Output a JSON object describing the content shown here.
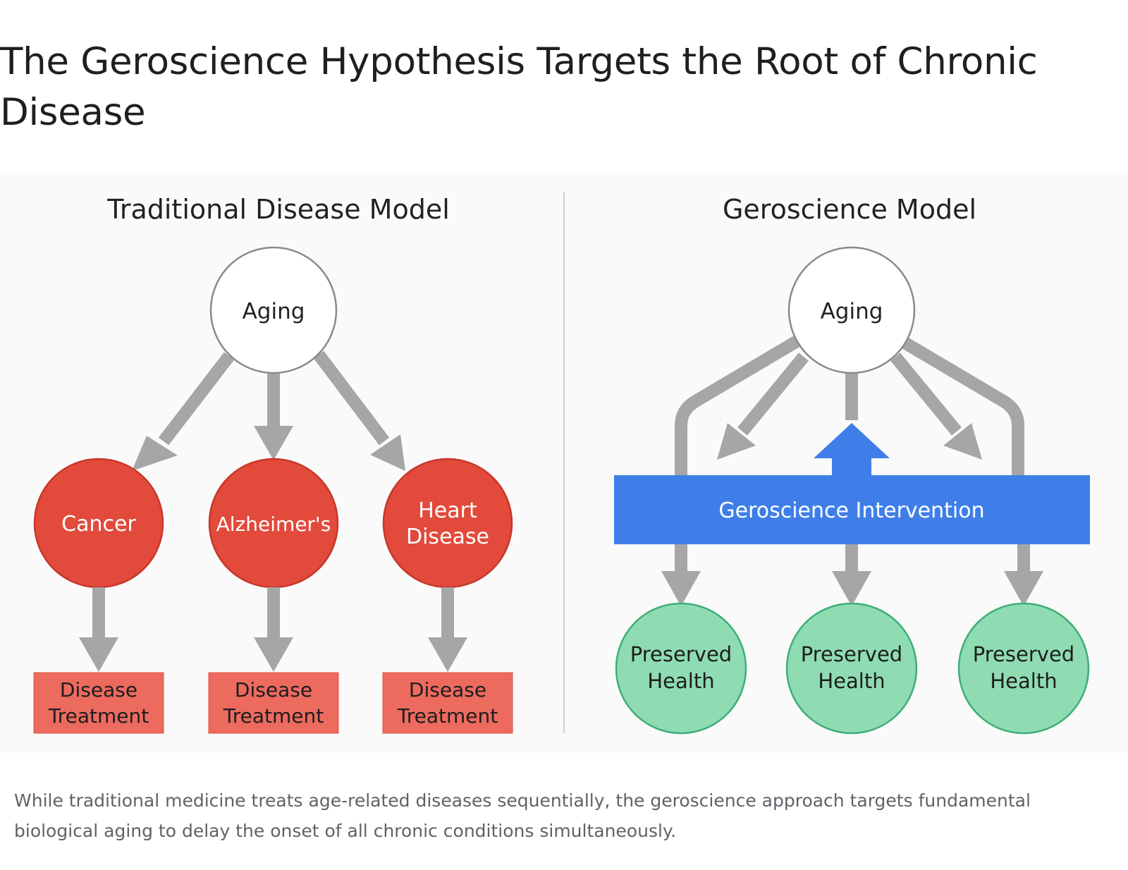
{
  "page": {
    "title": "The Geroscience Hypothesis Targets the Root of Chronic Disease",
    "caption": "While traditional medicine treats age-related diseases sequentially, the geroscience approach targets fundamental biological aging to delay the onset of all chronic conditions simultaneously."
  },
  "diagram": {
    "left_panel": {
      "heading": "Traditional Disease Model",
      "root": "Aging",
      "diseases": [
        {
          "line1": "Cancer",
          "line2": ""
        },
        {
          "line1": "Alzheimer's",
          "line2": ""
        },
        {
          "line1": "Heart",
          "line2": "Disease"
        }
      ],
      "treatments": [
        {
          "line1": "Disease",
          "line2": "Treatment"
        },
        {
          "line1": "Disease",
          "line2": "Treatment"
        },
        {
          "line1": "Disease",
          "line2": "Treatment"
        }
      ]
    },
    "right_panel": {
      "heading": "Geroscience Model",
      "root": "Aging",
      "intervention": "Geroscience Intervention",
      "outcomes": [
        {
          "line1": "Preserved",
          "line2": "Health"
        },
        {
          "line1": "Preserved",
          "line2": "Health"
        },
        {
          "line1": "Preserved",
          "line2": "Health"
        }
      ]
    }
  },
  "colors": {
    "disease_red": "#e24a3b",
    "disease_stroke": "#c8372a",
    "treatment_red": "#ec6a5e",
    "intervention_blue": "#3f7ee8",
    "health_green": "#8fdcb2",
    "health_stroke": "#3fae78",
    "arrow_gray": "#a6a6a6",
    "divider_gray": "#d0d0d0"
  }
}
